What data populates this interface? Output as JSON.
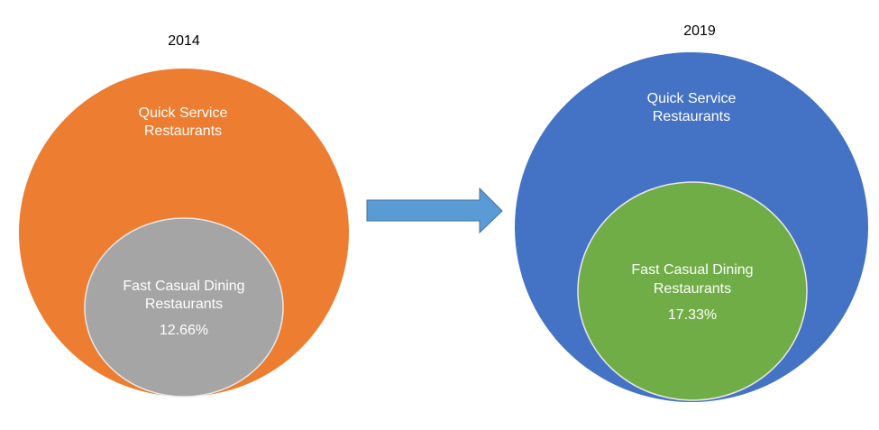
{
  "diagram": {
    "left": {
      "year": "2014",
      "outer": {
        "label_line1": "Quick Service",
        "label_line2": "Restaurants",
        "color": "#ED7D31"
      },
      "inner": {
        "label_line1": "Fast Casual Dining",
        "label_line2": "Restaurants",
        "value": "12.66%",
        "color": "#A5A5A5"
      }
    },
    "arrow": {
      "direction": "right",
      "color": "#5B9BD5",
      "border": "#41719C"
    },
    "right": {
      "year": "2019",
      "outer": {
        "label_line1": "Quick Service",
        "label_line2": "Restaurants",
        "color": "#4472C4"
      },
      "inner": {
        "label_line1": "Fast Casual Dining",
        "label_line2": "Restaurants",
        "value": "17.33%",
        "color": "#70AD47"
      }
    }
  }
}
